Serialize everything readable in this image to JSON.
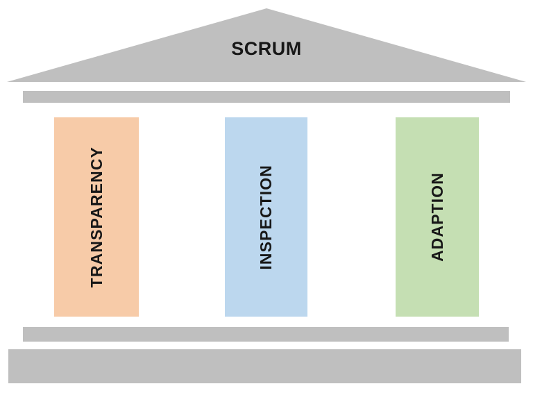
{
  "diagram": {
    "title": "SCRUM",
    "roof": {
      "label": "SCRUM",
      "fill": "#bfbfbf"
    },
    "beams": {
      "architrave_top_color": "#bfbfbf",
      "architrave_bottom_color": "#bfbfbf",
      "stylobate_color": "#bfbfbf"
    },
    "pillars": [
      {
        "label": "TRANSPARENCY",
        "color": "#f7cba8",
        "text_color": "#171717"
      },
      {
        "label": "INSPECTION",
        "color": "#bcd7ee",
        "text_color": "#171717"
      },
      {
        "label": "ADAPTION",
        "color": "#c5dfb3",
        "text_color": "#171717"
      }
    ]
  }
}
